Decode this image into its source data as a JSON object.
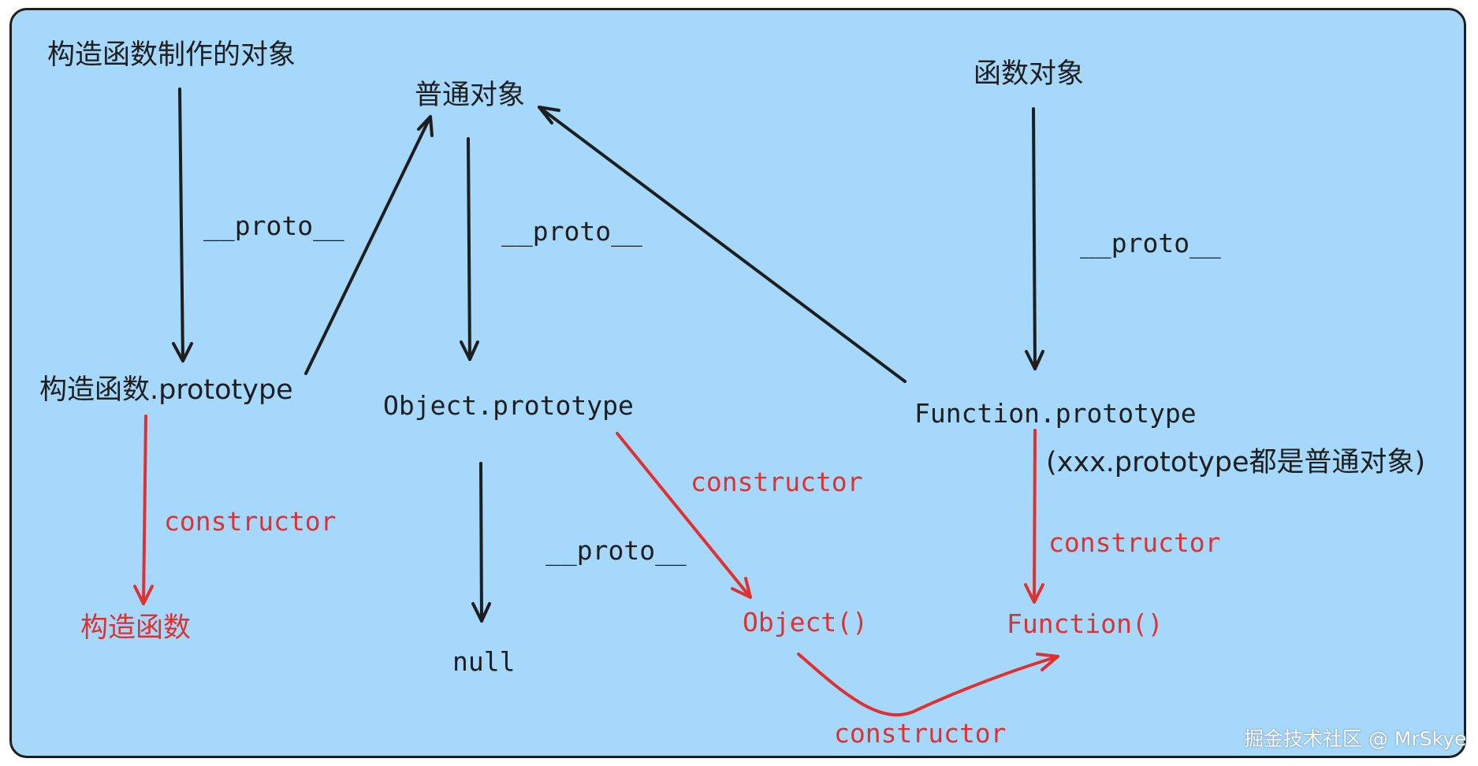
{
  "nodes": {
    "constructed_object": "构造函数制作的对象",
    "plain_object": "普通对象",
    "function_object": "函数对象",
    "ctor_prototype": "构造函数.prototype",
    "object_prototype": "Object.prototype",
    "function_prototype": "Function.prototype",
    "prototype_note": "(xxx.prototype都是普通对象)",
    "ctor_function": "构造函数",
    "null_value": "null",
    "object_ctor": "Object()",
    "function_ctor": "Function()"
  },
  "edges": {
    "proto_constructed": "__proto__",
    "proto_plain": "__proto__",
    "proto_function": "__proto__",
    "proto_object_prototype": "__proto__",
    "constructor_ctor_prototype": "constructor",
    "constructor_object_prototype": "constructor",
    "constructor_function_prototype": "constructor",
    "constructor_object_ctor": "constructor"
  },
  "watermark": "掘金技术社区 @ MrSkye",
  "colors": {
    "background": "#a5d8fb",
    "ink": "#1e1e1e",
    "accent": "#e03131"
  }
}
